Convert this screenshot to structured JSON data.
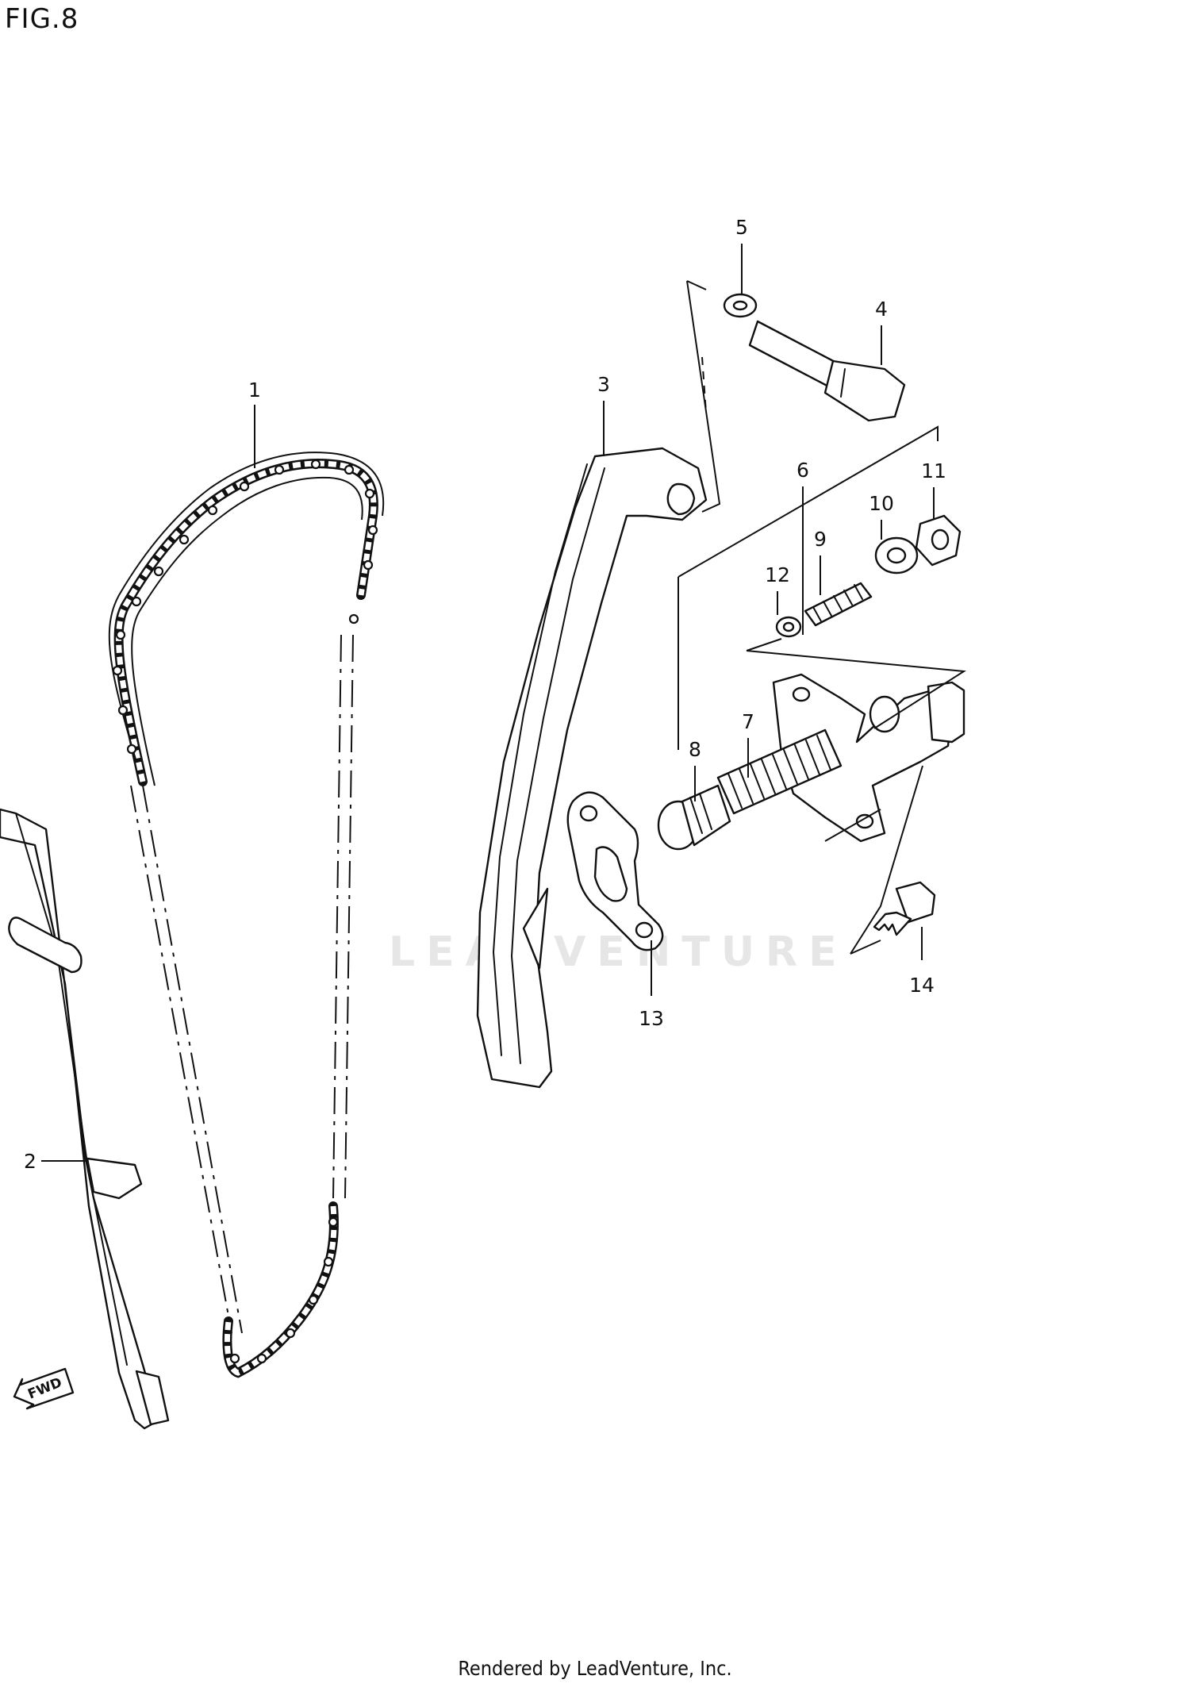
{
  "figure": {
    "title": "FIG.8",
    "watermark": "LEADVENTURE",
    "footer": "Rendered by LeadVenture, Inc.",
    "fwd_label": "FWD"
  },
  "callouts": [
    "1",
    "2",
    "3",
    "4",
    "5",
    "6",
    "7",
    "8",
    "9",
    "10",
    "11",
    "12",
    "13",
    "14"
  ]
}
